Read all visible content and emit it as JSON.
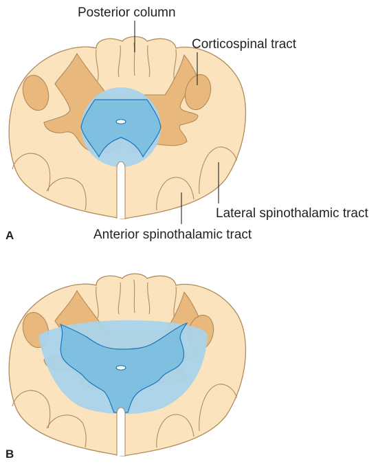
{
  "panel_a": {
    "letter": "A",
    "labels": {
      "posterior_column": "Posterior column",
      "corticospinal_tract": "Corticospinal tract",
      "lateral_spinothalamic_tract": "Lateral spinothalamic tract",
      "anterior_spinothalamic_tract": "Anterior spinothalamic tract"
    }
  },
  "panel_b": {
    "letter": "B"
  },
  "colors": {
    "white_matter": "#fbe3bd",
    "gray_matter": "#e8b87c",
    "outline": "#b08a5a",
    "lesion_light": "#a9d3ea",
    "lesion_dark": "#7fbfe0",
    "lesion_border": "#1c75bc"
  }
}
